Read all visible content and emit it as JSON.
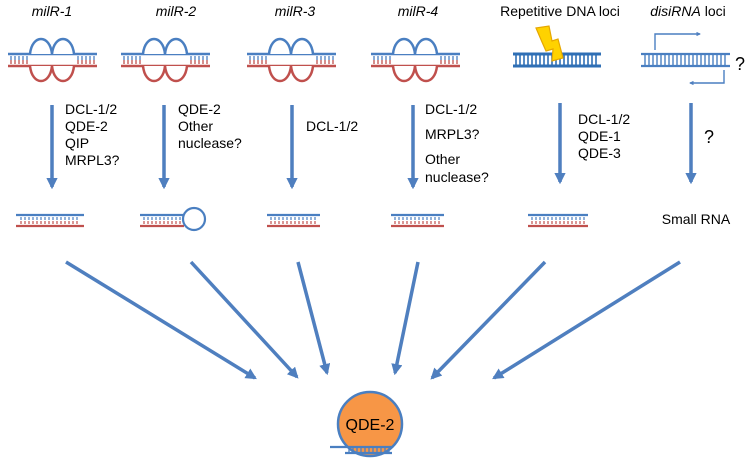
{
  "sources": [
    {
      "name": "milR-1",
      "factors": [
        "DCL-1/2",
        "QDE-2",
        "QIP",
        "MRPL3?"
      ]
    },
    {
      "name": "milR-2",
      "factors": [
        "QDE-2",
        "Other",
        "nuclease?"
      ]
    },
    {
      "name": "milR-3",
      "factors": [
        "DCL-1/2"
      ]
    },
    {
      "name": "milR-4",
      "factors": [
        "DCL-1/2",
        "MRPL3?",
        "Other",
        "nuclease?"
      ]
    },
    {
      "name": "Repetitive DNA loci",
      "factors": [
        "DCL-1/2",
        "QDE-1",
        "QDE-3"
      ]
    },
    {
      "name_italic": "disiRNA",
      "name_rest": " loci",
      "factors": [
        "?"
      ]
    }
  ],
  "disirna_question": "?",
  "products": {
    "small_rna": "Small RNA"
  },
  "core": {
    "label": "QDE-2"
  },
  "colors": {
    "blue": "#4a7fc1",
    "red": "#c0504d",
    "arrow": "#4f7fbf",
    "core_fill": "#f79646",
    "lightning": "#ffd200"
  }
}
